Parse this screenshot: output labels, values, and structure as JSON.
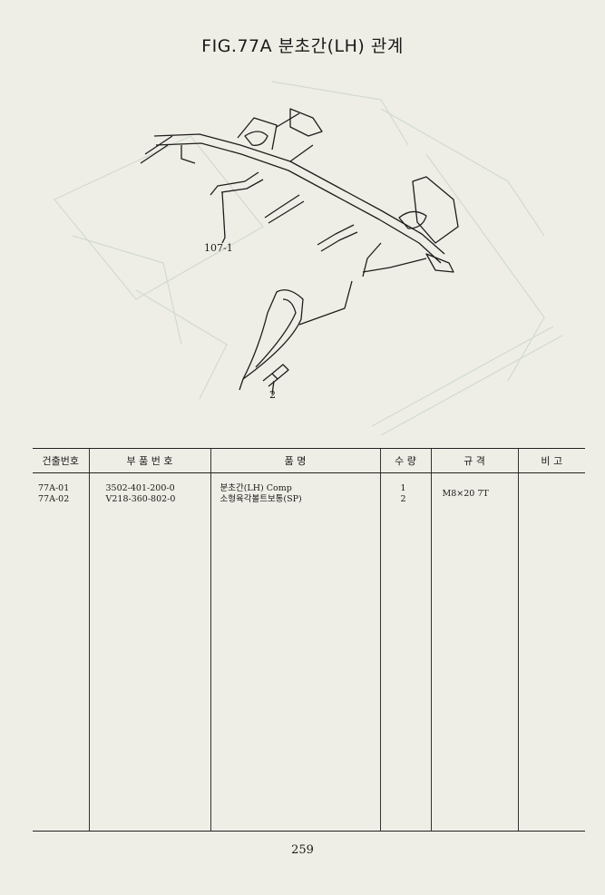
{
  "title": "FIG.77A 분초간(LH) 관계",
  "callouts": {
    "c1": "107-1",
    "c2": "2"
  },
  "table": {
    "headers": {
      "no": "건출번호",
      "part_no": "부 품 번 호",
      "name": "품          명",
      "qty": "수 량",
      "spec": "규      격",
      "remark": "비 고"
    },
    "rows": [
      {
        "no": "77A-01",
        "part_no": "3502-401-200-0",
        "name": "분초간(LH) Comp",
        "qty": "1",
        "spec": "",
        "remark": ""
      },
      {
        "no": "77A-02",
        "part_no": "V218-360-802-0",
        "name": "소형육각볼트보통(SP)",
        "qty": "2",
        "spec": "M8×20 7T",
        "remark": ""
      }
    ]
  },
  "page_number": "259"
}
